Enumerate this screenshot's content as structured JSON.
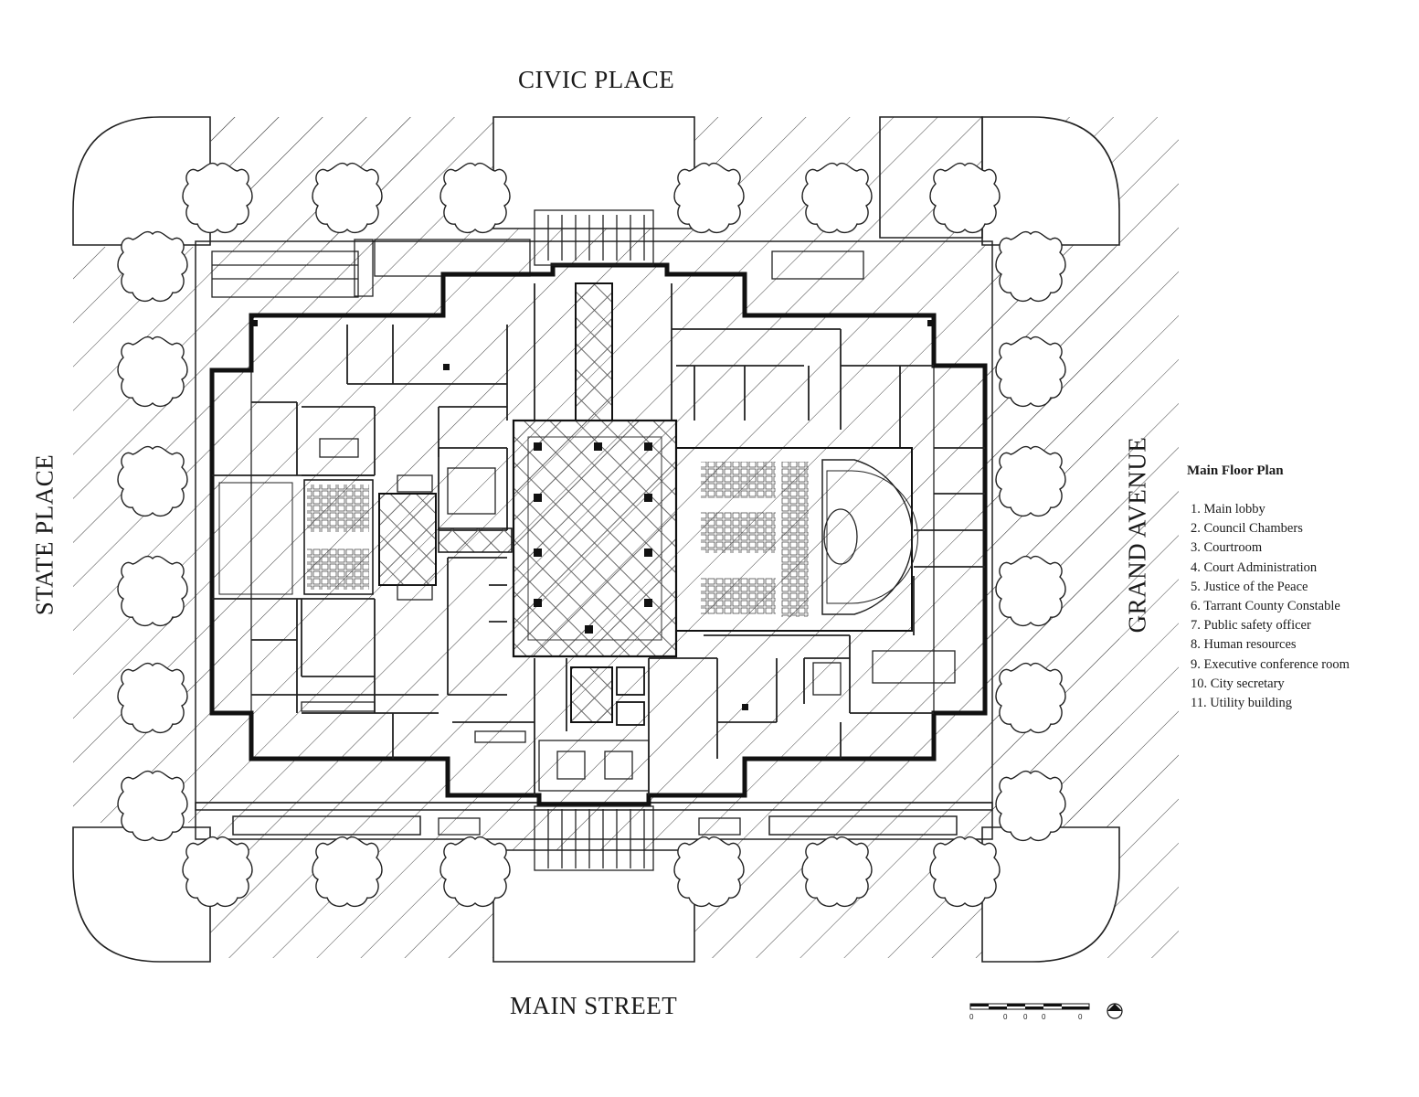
{
  "streets": {
    "north": "CIVIC PLACE",
    "south": "MAIN STREET",
    "west": "STATE PLACE",
    "east": "GRAND AVENUE"
  },
  "legend": {
    "title": "Main Floor Plan",
    "items": [
      "1. Main lobby",
      "2. Council Chambers",
      "3. Courtroom",
      "4. Court Administration",
      "5. Justice of the Peace",
      "6. Tarrant County Constable",
      "7. Public safety officer",
      "8. Human resources",
      "9. Executive conference room",
      "10. City secretary",
      "11. Utility building"
    ]
  },
  "scale_bar": {
    "labels": [
      "0",
      "0",
      "0",
      "0",
      "0"
    ]
  },
  "icons": [
    "tree-icon",
    "north-arrow-icon"
  ]
}
